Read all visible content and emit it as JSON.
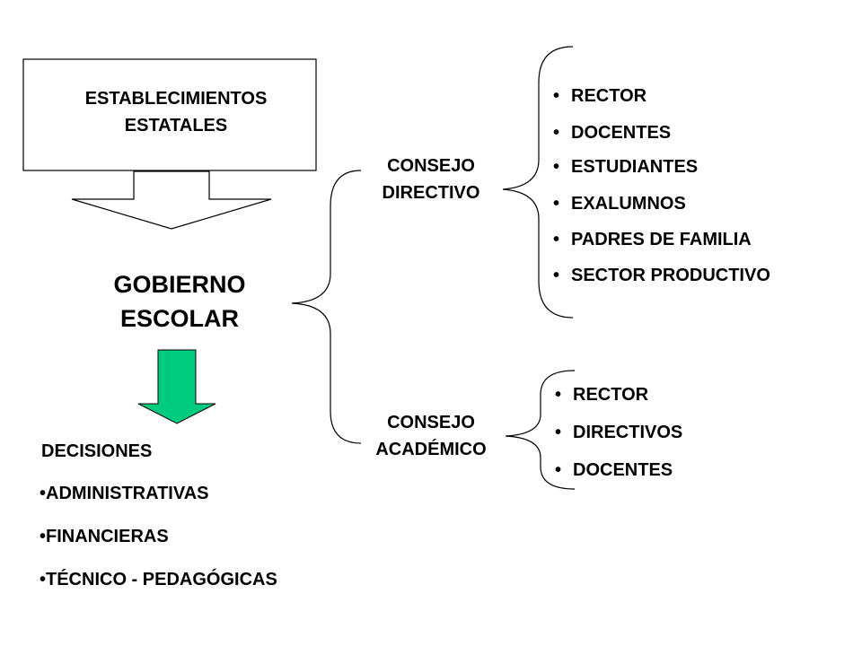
{
  "diagram": {
    "source_box": {
      "line1": "ESTABLECIMIENTOS",
      "line2": "ESTATALES"
    },
    "main": {
      "line1": "GOBIERNO",
      "line2": "ESCOLAR"
    },
    "consejo_directivo": {
      "line1": "CONSEJO",
      "line2": "DIRECTIVO",
      "members": [
        "RECTOR",
        "DOCENTES",
        "ESTUDIANTES",
        "EXALUMNOS",
        "PADRES DE FAMILIA",
        "SECTOR PRODUCTIVO"
      ]
    },
    "consejo_academico": {
      "line1": "CONSEJO",
      "line2": "ACADÉMICO",
      "members": [
        "RECTOR",
        "DIRECTIVOS",
        "DOCENTES"
      ]
    },
    "decisiones": {
      "title": "DECISIONES",
      "items": [
        "•ADMINISTRATIVAS",
        "•FINANCIERAS",
        "•TÉCNICO - PEDAGÓGICAS"
      ]
    },
    "bullet": "•",
    "colors": {
      "arrow_fill": "#00cc80",
      "stroke": "#000000"
    }
  }
}
